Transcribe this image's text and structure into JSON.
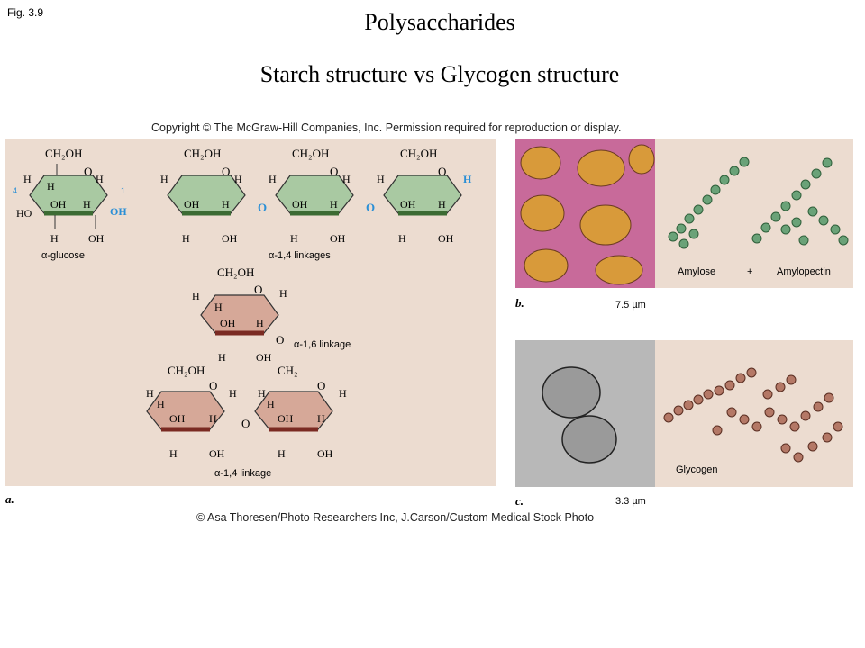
{
  "figure_label": "Fig. 3.9",
  "title": "Polysaccharides",
  "subtitle": "Starch structure vs Glycogen structure",
  "copyright": "Copyright © The McGraw-Hill Companies, Inc. Permission required for reproduction or display.",
  "panel_a": {
    "letter": "a.",
    "ch2oh": "CH₂OH",
    "ch2": "CH₂",
    "h": "H",
    "oh": "OH",
    "ho": "HO",
    "o": "O",
    "c4": "4",
    "c1": "1",
    "alpha_glucose": "α-glucose",
    "alpha14_linkages": "α-1,4 linkages",
    "alpha16_linkage": "α-1,6 linkage",
    "alpha14_linkage": "α-1,4 linkage"
  },
  "panel_b": {
    "letter": "b.",
    "scale": "7.5 µm",
    "amylose": "Amylose",
    "plus": "+",
    "amylopectin": "Amylopectin"
  },
  "panel_c": {
    "letter": "c.",
    "scale": "3.3 µm",
    "glycogen": "Glycogen"
  },
  "credit": "© Asa Thoresen/Photo Researchers Inc, J.Carson/Custom Medical Stock Photo",
  "colors": {
    "green_ring": "#a9c9a2",
    "pink_ring": "#d6a898",
    "blue_label": "#2a8fd6",
    "panel_bg": "#ecdcd0"
  }
}
